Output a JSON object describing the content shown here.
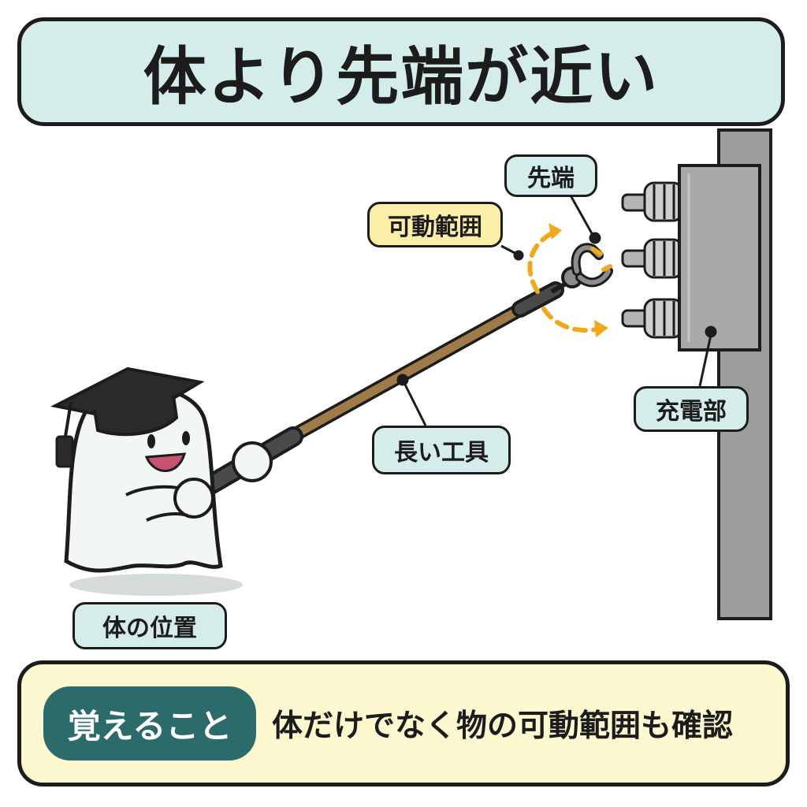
{
  "title": "体より先端が近い",
  "labels": {
    "tip": "先端",
    "range": "可動範囲",
    "live_part": "充電部",
    "long_tool": "長い工具",
    "body_position": "体の位置"
  },
  "bottom": {
    "badge": "覚えること",
    "text": "体だけでなく物の可動範囲も確認"
  },
  "colors": {
    "banner_teal": "#d4ecea",
    "label_yellow": "#fbefa8",
    "bottom_cream": "#fdf8cf",
    "badge_teal": "#2b6b6b",
    "arrow_orange": "#f2a81d"
  }
}
